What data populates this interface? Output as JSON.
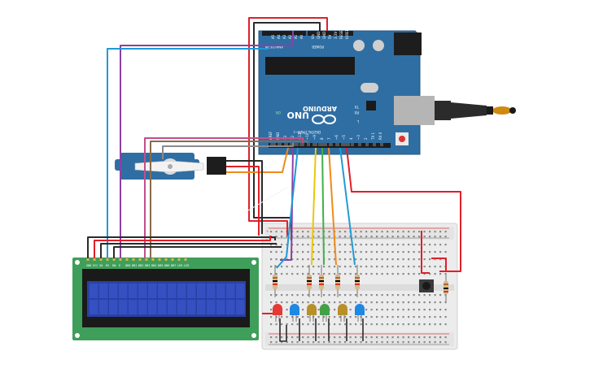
{
  "arduino": {
    "brand": "ARDUINO",
    "model": "UNO",
    "on_label": "ON",
    "tx_label": "TX",
    "rx_label": "RX",
    "l_label": "L",
    "digital_label": "DIGITAL (PWM~)",
    "power_label": "POWER",
    "analog_label": "ANALOG IN",
    "power_pins": [
      "IOREF",
      "RESET",
      "3.3V",
      "5V",
      "GND",
      "GND",
      "Vin"
    ],
    "analog_pins": [
      "A0",
      "A1",
      "A2",
      "A3",
      "A4",
      "A5"
    ],
    "digital_pins": [
      "AREF",
      "GND",
      "13",
      "12",
      "~11",
      "~10",
      "~9",
      "8",
      "7",
      "~6",
      "~5",
      "4",
      "~3",
      "2",
      "TX 1",
      "RX 0"
    ]
  },
  "lcd": {
    "pin_labels": [
      "GND",
      "VCC",
      "V0",
      "RS",
      "RW",
      "E",
      "DB0",
      "DB1",
      "DB2",
      "DB3",
      "DB4",
      "DB5",
      "DB6",
      "DB7",
      "LED",
      "LED"
    ]
  },
  "breadboard": {
    "rail_plus": "+",
    "rail_minus": "-"
  },
  "leds": {
    "colors": [
      "#e53935",
      "#1e88e5",
      "#b8902a",
      "#43a047",
      "#b8902a",
      "#1e88e5"
    ]
  },
  "colors": {
    "board": "#2f6ea3",
    "lcd_pcb": "#3f9e5a",
    "lcd_screen": "#2a40a8",
    "servo_body": "#2f6ea3",
    "breadboard": "#ececec",
    "wire_red": "#e0202a",
    "wire_black": "#2b2b2b",
    "wire_blue": "#1f9bd6",
    "wire_purple": "#8e3fa6",
    "wire_yellow": "#e8c80a",
    "wire_green": "#3fb04a",
    "wire_orange": "#f08a1a",
    "wire_gray": "#8a8a8a",
    "wire_brown": "#8b6a4a",
    "wire_pink": "#c24f8a"
  }
}
